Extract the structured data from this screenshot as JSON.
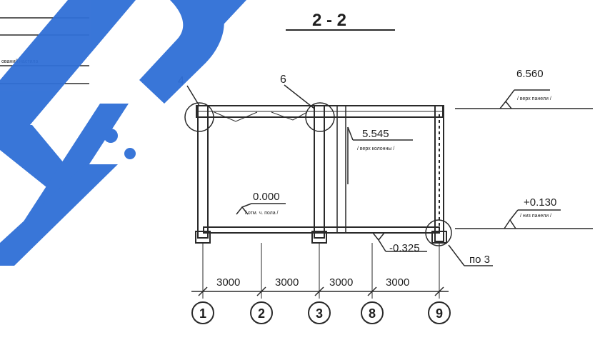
{
  "drawing": {
    "section_title": "2 - 2",
    "top_left_note": "ований настила",
    "callouts": {
      "node_4": "4",
      "node_6": "6",
      "node_ref": "по 3"
    },
    "elevations": [
      {
        "value": "6.560",
        "note": "/ верх панели /"
      },
      {
        "value": "5.545",
        "note": "/ верх колонны /"
      },
      {
        "value": "0.000",
        "note": "/ отм. ч. пола /"
      },
      {
        "value": "+0.130",
        "note": "/ низ панели /"
      },
      {
        "value": "-0.325",
        "note": ""
      }
    ],
    "spans": [
      "3000",
      "3000",
      "3000",
      "3000"
    ],
    "axes": [
      "1",
      "2",
      "3",
      "8",
      "9"
    ]
  },
  "colors": {
    "ink": "#2a2a2a",
    "watermark": "#2f6fd6"
  }
}
